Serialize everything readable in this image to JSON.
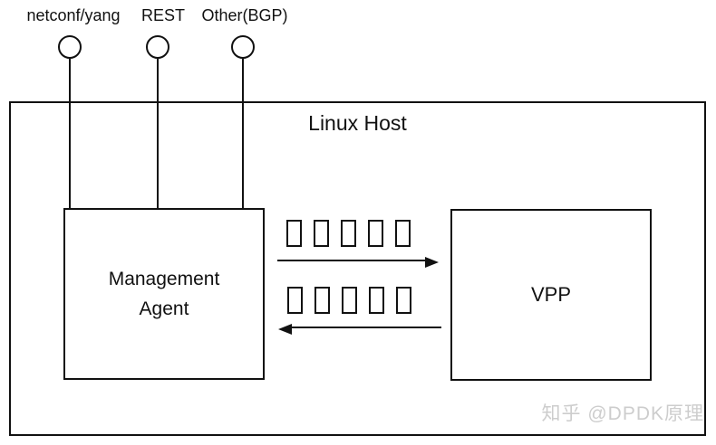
{
  "diagram": {
    "interfaces": [
      {
        "label": "netconf/yang"
      },
      {
        "label": "REST"
      },
      {
        "label": "Other(BGP)"
      }
    ],
    "host": {
      "title": "Linux Host"
    },
    "nodes": {
      "management_agent": {
        "lines": [
          "Management",
          "Agent"
        ]
      },
      "vpp": {
        "label": "VPP"
      }
    },
    "queues": [
      {
        "name": "agent-to-vpp",
        "direction": "right",
        "slots": 5
      },
      {
        "name": "vpp-to-agent",
        "direction": "left",
        "slots": 5
      }
    ],
    "watermark": "知乎 @DPDK原理",
    "colors": {
      "line": "#111111",
      "background": "#ffffff",
      "watermark": "#cdcdcd"
    }
  }
}
